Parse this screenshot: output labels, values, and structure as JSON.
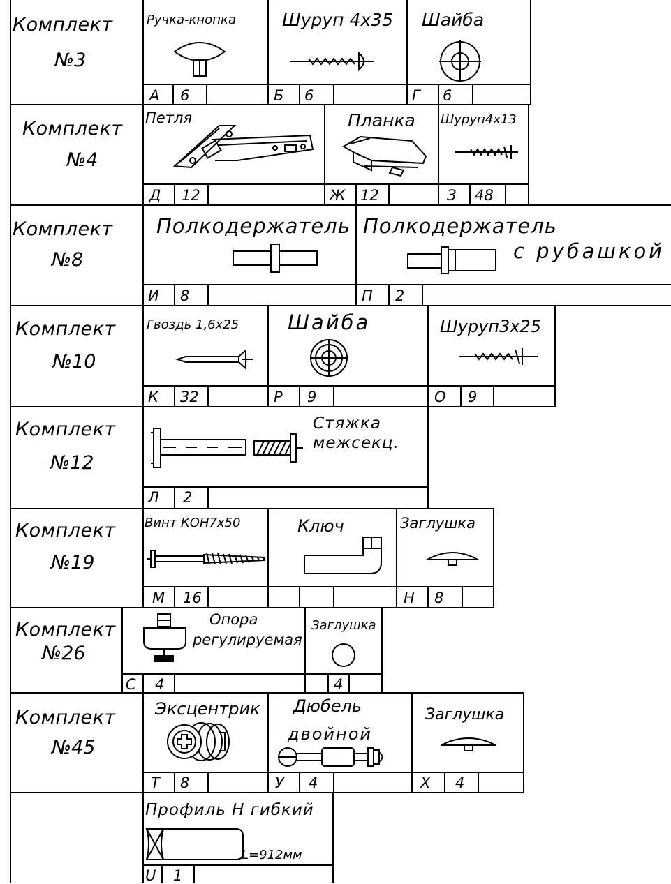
{
  "kits": [
    {
      "title": "Комплект",
      "number": "№3",
      "parts": [
        {
          "name": "Ручка-кнопка",
          "code": "А",
          "qty": "6",
          "icon": "knob-handle-icon"
        },
        {
          "name": "Шуруп  4х35",
          "code": "Б",
          "qty": "6",
          "icon": "screw-icon"
        },
        {
          "name": "Шайба",
          "code": "Г",
          "qty": "6",
          "icon": "washer-icon"
        }
      ]
    },
    {
      "title": "Комплект",
      "number": "№4",
      "parts": [
        {
          "name": "Петля",
          "code": "Д",
          "qty": "12",
          "icon": "hinge-icon"
        },
        {
          "name": "Планка",
          "code": "Ж",
          "qty": "12",
          "icon": "mounting-plate-icon"
        },
        {
          "name": "Шуруп4х13",
          "code": "З",
          "qty": "48",
          "icon": "screw-icon"
        }
      ]
    },
    {
      "title": "Комплект",
      "number": "№8",
      "parts": [
        {
          "name": "Полкодержатель",
          "code": "И",
          "qty": "8",
          "icon": "shelf-support-icon"
        },
        {
          "name": "Полкодержатель",
          "name2": "с рубашкой",
          "code": "П",
          "qty": "2",
          "icon": "shelf-support-sleeve-icon"
        }
      ]
    },
    {
      "title": "Комплект",
      "number": "№10",
      "parts": [
        {
          "name": "Гвоздь 1,6х25",
          "code": "К",
          "qty": "32",
          "icon": "nail-icon"
        },
        {
          "name": "Шайба",
          "code": "Р",
          "qty": "9",
          "icon": "washer-icon"
        },
        {
          "name": "Шуруп3х25",
          "code": "О",
          "qty": "9",
          "icon": "screw-icon"
        }
      ]
    },
    {
      "title": "Комплект",
      "number": "№12",
      "parts": [
        {
          "name": "Стяжка",
          "name2": "межсекц.",
          "code": "Л",
          "qty": "2",
          "icon": "section-tie-icon"
        }
      ]
    },
    {
      "title": "Комплект",
      "number": "№19",
      "parts": [
        {
          "name": "Винт КОН7х50",
          "code": "М",
          "qty": "16",
          "icon": "confirmat-screw-icon"
        },
        {
          "name": "Ключ",
          "code": "",
          "qty": "",
          "icon": "hex-key-icon"
        },
        {
          "name": "Заглушка",
          "code": "Н",
          "qty": "8",
          "icon": "cap-plug-icon"
        }
      ]
    },
    {
      "title": "Комплект",
      "number": "№26",
      "parts": [
        {
          "name": "Опора",
          "name2": "регулируемая",
          "code": "С",
          "qty": "4",
          "icon": "adjustable-foot-icon"
        },
        {
          "name": "Заглушка",
          "code": "",
          "qty": "4",
          "icon": "round-plug-icon"
        }
      ]
    },
    {
      "title": "Комплект",
      "number": "№45",
      "parts": [
        {
          "name": "Эксцентрик",
          "code": "Т",
          "qty": "8",
          "icon": "eccentric-cam-icon"
        },
        {
          "name": "Дюбель",
          "name2": "двойной",
          "code": "У",
          "qty": "4",
          "icon": "double-dowel-icon"
        },
        {
          "name": "Заглушка",
          "code": "Х",
          "qty": "4",
          "icon": "cap-plug-icon"
        }
      ]
    },
    {
      "title": "",
      "number": "",
      "parts": [
        {
          "name": "Профиль Н гибкий",
          "length": "L=912мм",
          "code": "U",
          "qty": "1",
          "icon": "flexible-h-profile-icon"
        }
      ]
    }
  ]
}
